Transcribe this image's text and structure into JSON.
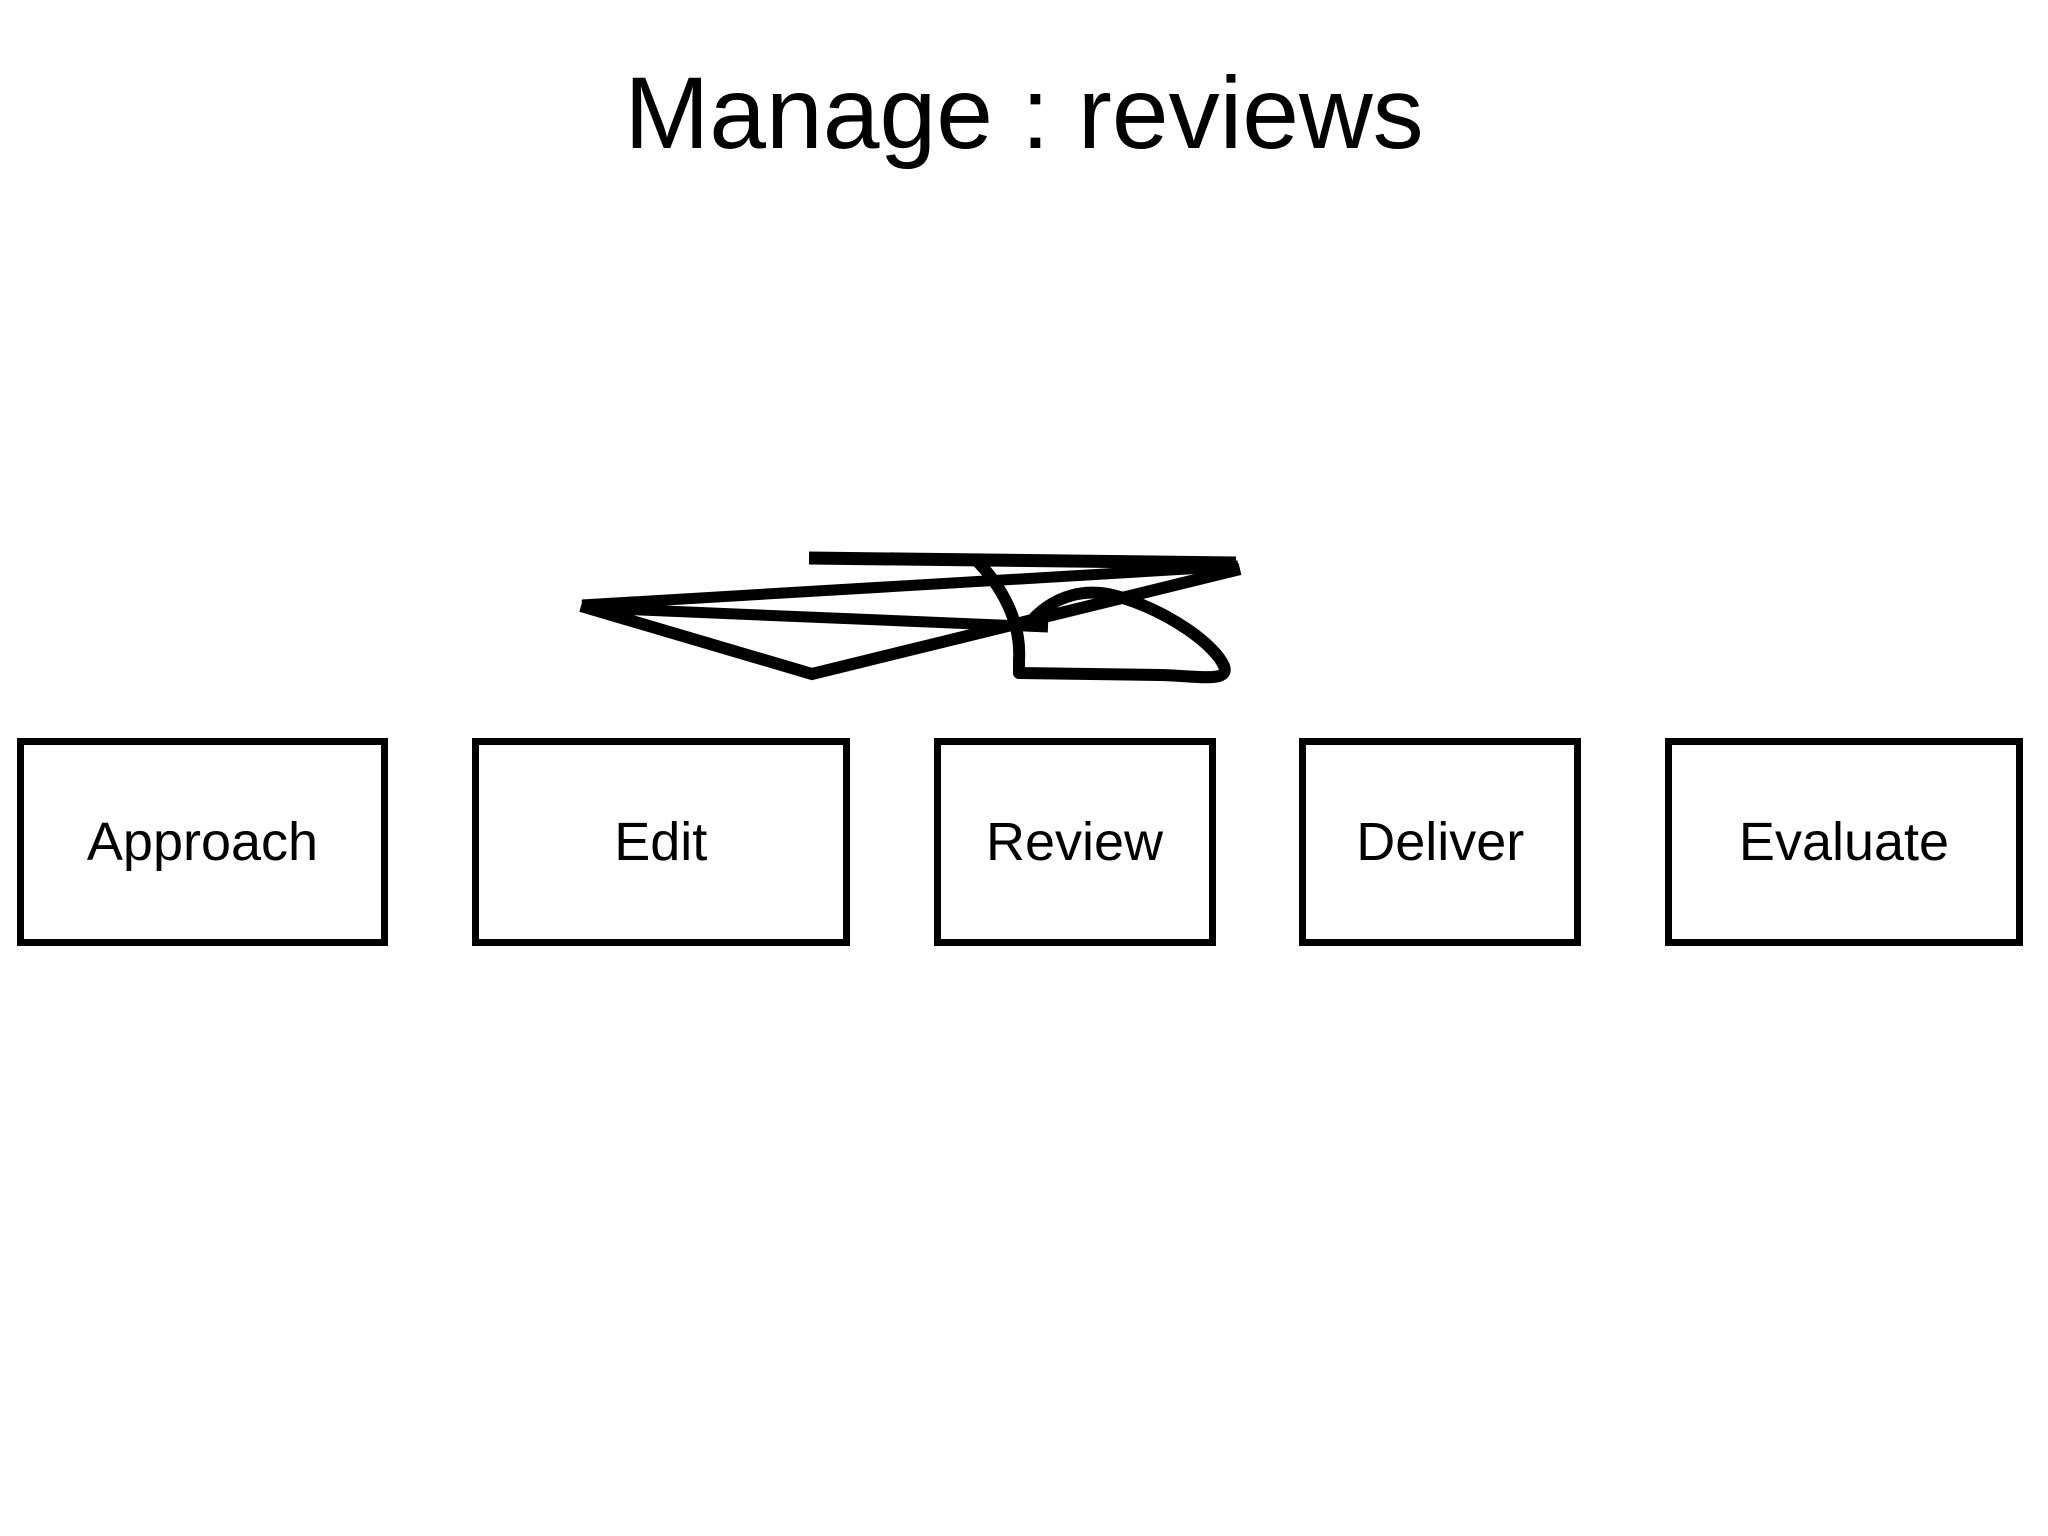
{
  "slide": {
    "title": "Manage : reviews",
    "background_color": "#ffffff",
    "ink_color": "#000000",
    "text_color": "#000000"
  },
  "process_flow": {
    "name": "review-process-stages",
    "stage_count": 5,
    "stages": [
      {
        "label": "Approach",
        "order": 1
      },
      {
        "label": "Edit",
        "order": 2
      },
      {
        "label": "Review",
        "order": 3
      },
      {
        "label": "Deliver",
        "order": 4
      },
      {
        "label": "Evaluate",
        "order": 5
      }
    ]
  },
  "annotation": {
    "name": "handwritten-ink-scribble",
    "description": "freehand pen annotation drawn above the stage boxes",
    "stroke_color": "#000000"
  }
}
